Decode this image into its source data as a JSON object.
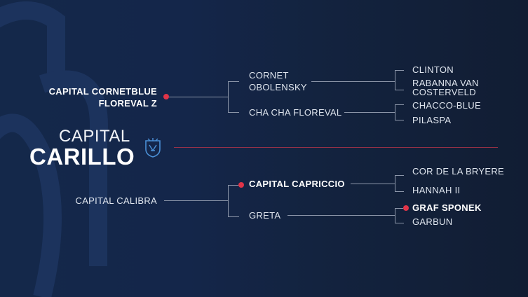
{
  "horse": {
    "line1": "CAPITAL",
    "line2": "CARILLO"
  },
  "sire": {
    "name_line1": "CAPITAL CORNETBLUE",
    "name_line2": "FLOREVAL Z",
    "sire": {
      "name_line1": "CORNET",
      "name_line2": "OBOLENSKY",
      "sire": "CLINTON",
      "dam_line1": "RABANNA VAN",
      "dam_line2": "COSTERVELD"
    },
    "dam": {
      "name": "CHA CHA FLOREVAL",
      "sire": "CHACCO-BLUE",
      "dam": "PILASPA"
    }
  },
  "dam": {
    "name": "CAPITAL CALIBRA",
    "sire": {
      "name": "CAPITAL CAPRICCIO",
      "sire": "COR DE LA BRYERE",
      "dam": "HANNAH II"
    },
    "dam": {
      "name": "GRETA",
      "sire": "GRAF SPONEK",
      "dam": "GARBUN"
    }
  },
  "colors": {
    "accent": "#e03448",
    "logo": "#4a8fd6",
    "line": "#8d97aa",
    "divider": "#b8344a"
  },
  "icons": {
    "logo": "shield-crest-icon"
  }
}
